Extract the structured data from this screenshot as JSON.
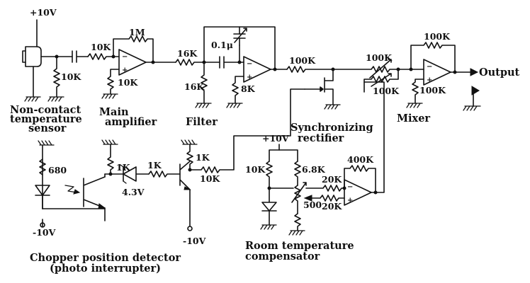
{
  "supply": {
    "pos_sensor": "+10V",
    "neg_chopper": "-10V",
    "neg_driver": "-10V",
    "pos_comp": "+10V"
  },
  "components": {
    "r_sensor_shunt": "10K",
    "r_main_in": "10K",
    "r_main_fb": "1M",
    "r_main_bias": "10K",
    "r_filter_series": "16K",
    "r_filter_shunt": "16K",
    "c_filter_fb": "0.1μ",
    "r_filter_bias": "8K",
    "r_rect_in": "100K",
    "r_mix_in1": "100K",
    "r_mix_in2": "100K",
    "r_mix_fb": "100K",
    "r_mix_bias": "100K",
    "r_led": "680",
    "r_photo_pullup": "1K",
    "zener": "4.3V",
    "r_base": "1K",
    "r_collector": "1K",
    "r_drive_out": "10K",
    "r_comp_top1": "10K",
    "r_comp_top2": "6.8K",
    "pot_comp": "500",
    "r_comp_in1": "20K",
    "r_comp_in2": "20K",
    "r_comp_fb": "400K"
  },
  "captions": {
    "sensor_l1": "Non-contact",
    "sensor_l2": "temperature",
    "sensor_l3": "sensor",
    "main_l1": "Main",
    "main_l2": "amplifier",
    "filter": "Filter",
    "sync_l1": "Synchronizing",
    "sync_l2": "rectifier",
    "mixer": "Mixer",
    "output": "Output",
    "chopper_l1": "Chopper position detector",
    "chopper_l2": "(photo interrupter)",
    "room_l1": "Room temperature",
    "room_l2": "compensator"
  },
  "opamp_signs": {
    "minus": "−",
    "plus": "+"
  },
  "colors": {
    "ink": "#111111",
    "paper": "#ffffff"
  }
}
